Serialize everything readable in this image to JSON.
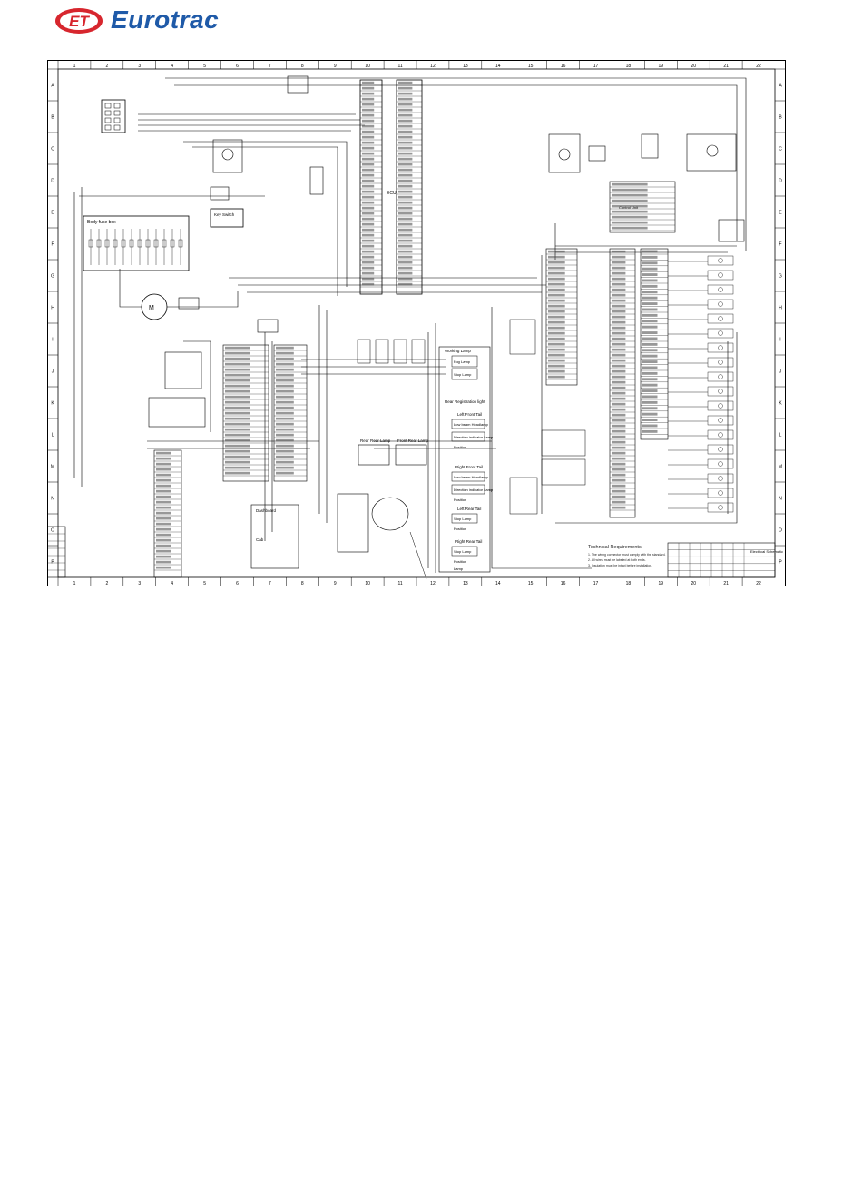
{
  "brand": {
    "name": "Eurotrac",
    "badge": "ET",
    "color": "#1f5aa8",
    "accent": "#d7262e"
  },
  "sheet": {
    "columns": [
      "1",
      "2",
      "3",
      "4",
      "5",
      "6",
      "7",
      "8",
      "9",
      "10",
      "11",
      "12",
      "13",
      "14",
      "15",
      "16",
      "17",
      "18",
      "19",
      "20",
      "21",
      "22"
    ],
    "rows": [
      "A",
      "B",
      "C",
      "D",
      "E",
      "F",
      "G",
      "H",
      "I",
      "J",
      "K",
      "L",
      "M",
      "N",
      "O",
      "P"
    ]
  },
  "labels": {
    "body_fuse_box": "Body fuse box",
    "key_switch": "Key Switch",
    "working_lamp": "Working Lamp",
    "fog_lamp": "Fog Lamp",
    "stop_lamp": "Stop Lamp",
    "rear_registration_light": "Rear Registration light",
    "left_front_tail": "Left Front Tail",
    "low_beam_headlamp": "Low beam Headlamp",
    "direction_indicator_lamp": "Direction indicator Lamp",
    "position": "Position",
    "rear_rear_lamp": "Rear Rear Lamp",
    "front_rear_lamp": "Front Rear Lamp",
    "right_front_tail": "Right Front Tail",
    "left_rear_tail": "Left Rear Tail",
    "right_rear_tail": "Right Rear Tail",
    "tail_lamp": "Lamp",
    "control_unit": "Control Unit",
    "ecu": "ECU",
    "cab": "Cab",
    "dashboard": "Dashboard",
    "tech_title": "Technical Requirements",
    "tech_line1": "1. The wiring connector must comply with the standard.",
    "tech_line2": "2. All wires must be labeled at both ends.",
    "tech_line3": "3. Insulation must be intact before installation.",
    "title_block": "Electrical Schematic"
  }
}
